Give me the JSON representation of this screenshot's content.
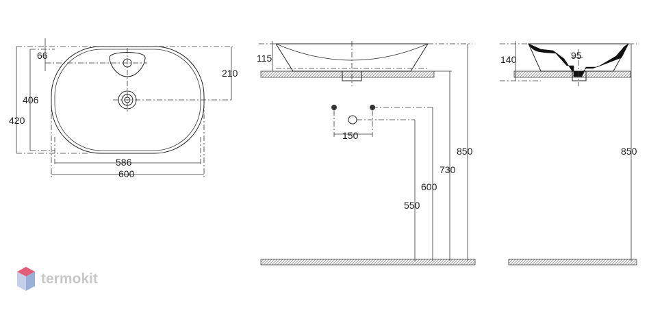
{
  "dimensions": {
    "top_view": {
      "tap_hole_offset": "66",
      "inner_depth": "406",
      "outer_depth": "420",
      "drain_offset": "210",
      "inner_width": "586",
      "outer_width": "600"
    },
    "front_view": {
      "height": "115",
      "fixing_spacing": "150",
      "fixing_height": "850",
      "drain_height_730": "730",
      "drain_height_600": "600",
      "drain_height_550": "550"
    },
    "side_view": {
      "height": "140",
      "drain_offset": "95",
      "counter_height": "850"
    }
  },
  "watermark": {
    "brand": "termokit",
    "colors": {
      "logo_top": "#e35d78",
      "logo_left": "#c4d0e8",
      "logo_right": "#9bb0d6",
      "text": "#c7c7c7"
    }
  }
}
